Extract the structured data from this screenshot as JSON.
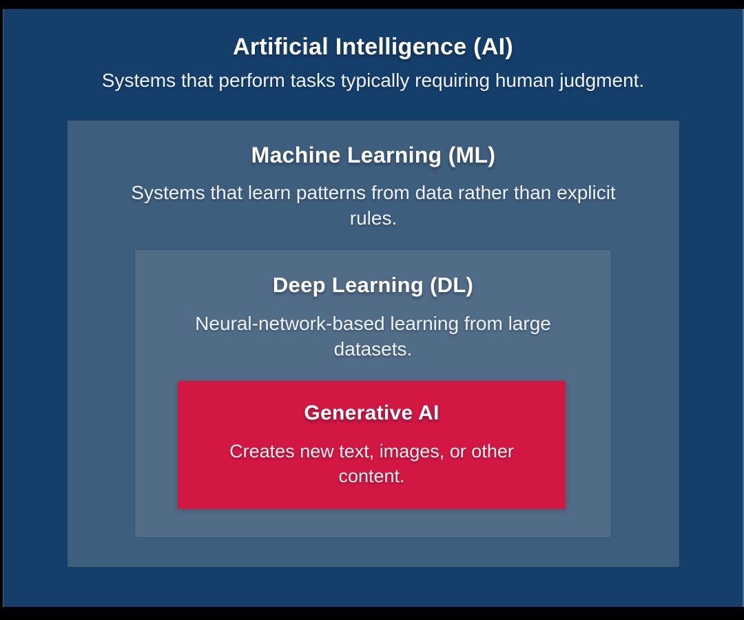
{
  "page": {
    "background": "#000000",
    "canvas_color": "#153f6b",
    "text_color": "#ffffff"
  },
  "diagram": {
    "type": "nested-layers",
    "levels": [
      {
        "id": "ai",
        "title": "Artificial Intelligence (AI)",
        "description": "Systems that perform tasks typically requiring human judgment.",
        "color": "#153f6b"
      },
      {
        "id": "ml",
        "title": "Machine Learning (ML)",
        "description": "Systems that learn patterns from data rather than explicit rules.",
        "color": "#3e5e7e"
      },
      {
        "id": "dl",
        "title": "Deep Learning (DL)",
        "description": "Neural-network-based learning from large datasets.",
        "color": "#516c87"
      },
      {
        "id": "generative_ai",
        "title": "Generative AI",
        "description": "Creates new text, images, or other content.",
        "color": "#d11742"
      }
    ]
  }
}
